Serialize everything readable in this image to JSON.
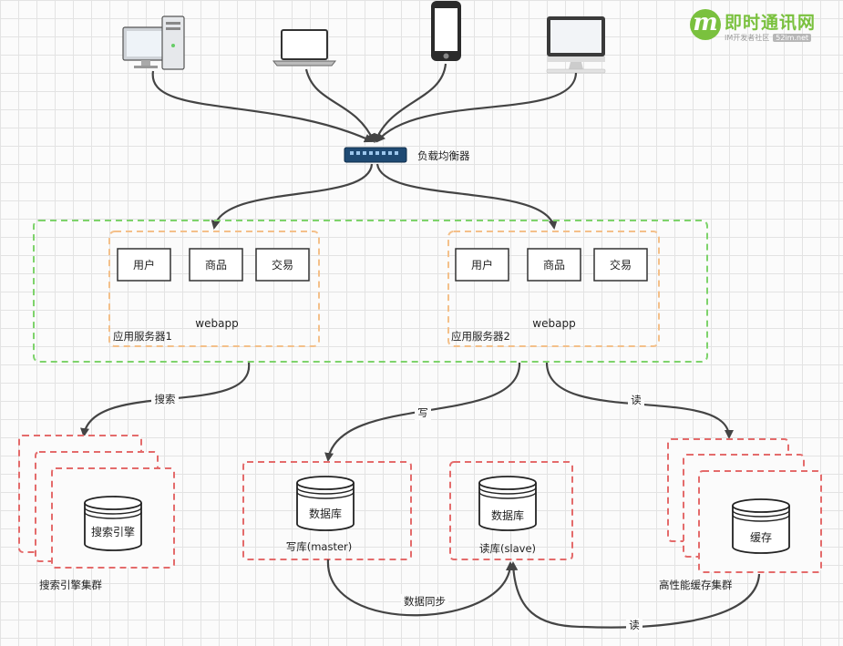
{
  "brand": {
    "logo_letter": "m",
    "name": "即时通讯网",
    "tagline": "IM开发者社区",
    "site": "52im.net"
  },
  "load_balancer": {
    "label": "负载均衡器"
  },
  "app_servers": [
    {
      "label": "应用服务器1",
      "app": "webapp",
      "modules": [
        "用户",
        "商品",
        "交易"
      ]
    },
    {
      "label": "应用服务器2",
      "app": "webapp",
      "modules": [
        "用户",
        "商品",
        "交易"
      ]
    }
  ],
  "edges": {
    "search": "搜索",
    "write": "写",
    "read": "读",
    "sync": "数据同步",
    "read2": "读"
  },
  "search_cluster": {
    "db": "搜索引擎",
    "label": "搜索引擎集群"
  },
  "master_db": {
    "db": "数据库",
    "label": "写库(master)"
  },
  "slave_db": {
    "db": "数据库",
    "label": "读库(slave)"
  },
  "cache_cluster": {
    "db": "缓存",
    "label": "高性能缓存集群"
  },
  "colors": {
    "app_area": "#7ed36b",
    "server_box": "#f4c08a",
    "db_box": "#e46b6b",
    "arrow": "#444444"
  }
}
